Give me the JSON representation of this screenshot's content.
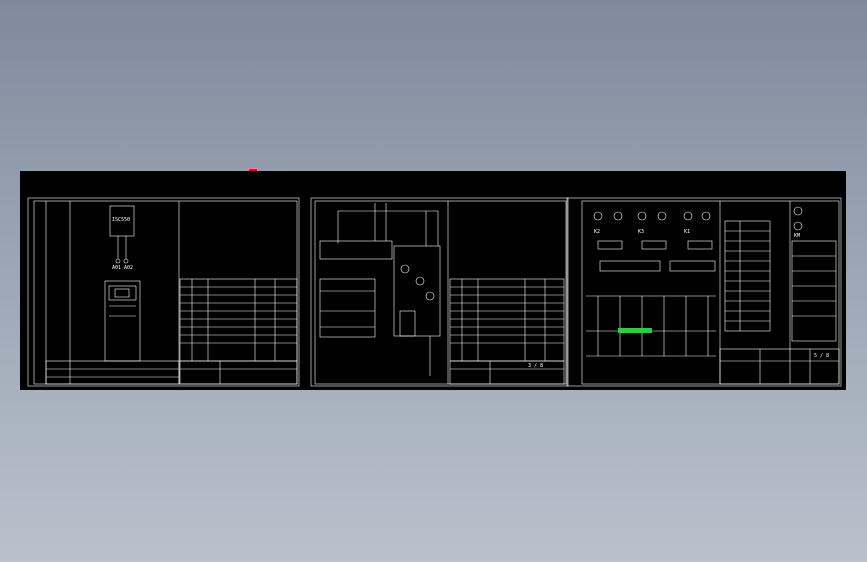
{
  "drawing": {
    "background_color": "#000000",
    "line_color": "#ffffff",
    "highlight_color": "#2ecc40",
    "marker_color": "#d0142a",
    "labels": {
      "module_model": "ISC550",
      "terminal_a": "A01",
      "terminal_b": "A02",
      "relay_k2": "K2",
      "relay_k3": "K3",
      "relay_k1": "K1",
      "relay_km": "KM",
      "sheet_no": "3 / 8",
      "sheet_no_2": "5 / 8"
    }
  }
}
